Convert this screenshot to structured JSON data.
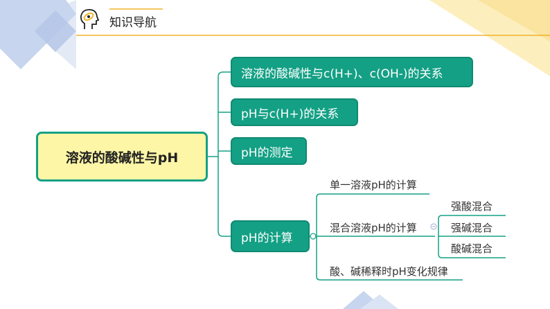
{
  "header": {
    "title": "知识导航",
    "icon": "brain-head-icon"
  },
  "root": {
    "label": "溶液的酸碱性与pH"
  },
  "branches": [
    {
      "label": "溶液的酸碱性与c(H+)、c(OH-)的关系"
    },
    {
      "label": "pH与c(H+)的关系"
    },
    {
      "label": "pH的测定"
    },
    {
      "label": "pH的计算",
      "children": [
        {
          "label": "单一溶液pH的计算"
        },
        {
          "label": "混合溶液pH的计算",
          "children": [
            {
              "label": "强酸混合"
            },
            {
              "label": "强碱混合"
            },
            {
              "label": "酸碱混合"
            }
          ]
        },
        {
          "label": "酸、碱稀释时pH变化规律"
        }
      ]
    }
  ],
  "colors": {
    "node": "#14a085",
    "root_fill": "#fdf6a6",
    "accent": "#f0b429",
    "deco_blue": "#b9c9e6"
  }
}
